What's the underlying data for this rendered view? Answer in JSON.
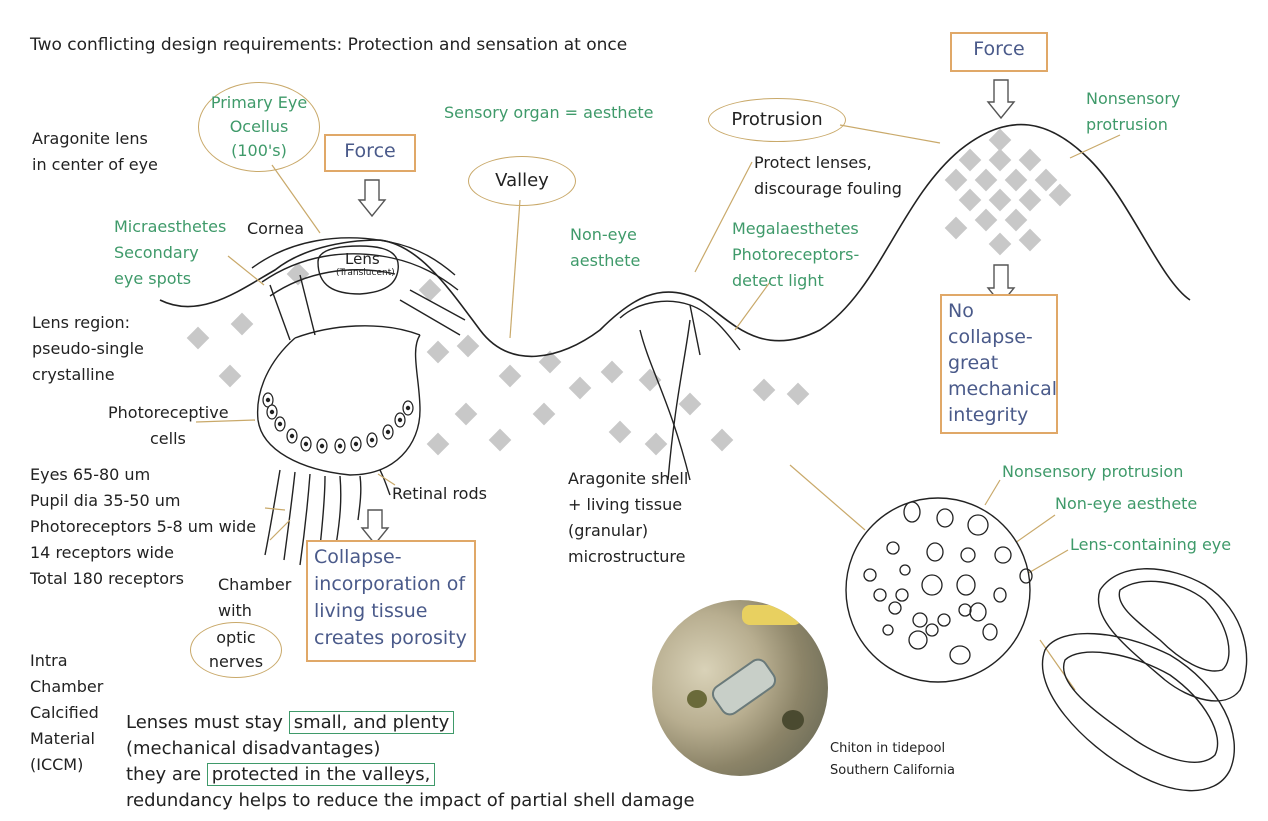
{
  "title": "Two conflicting design requirements: Protection and sensation at once",
  "left_labels": {
    "aragonite_lens": [
      "Aragonite lens",
      "in center of eye"
    ],
    "lens_region": [
      "Lens region:",
      "pseudo-single",
      "crystalline"
    ],
    "photoreceptive": [
      "Photoreceptive",
      "cells"
    ],
    "stats": [
      "Eyes 65-80 um",
      "Pupil dia 35-50 um",
      "Photoreceptors 5-8 um wide",
      "14 receptors wide",
      "Total 180 receptors"
    ],
    "chamber": [
      "Chamber",
      "with"
    ],
    "optic_nerves": [
      "optic",
      "nerves"
    ],
    "iccm": [
      "Intra",
      "Chamber",
      "Calcified",
      "Material",
      "(ICCM)"
    ]
  },
  "eye_labels": {
    "primary_eye": [
      "Primary Eye",
      "Ocellus",
      "(100's)"
    ],
    "micraesthetes": [
      "Micraesthetes",
      "Secondary",
      "eye spots"
    ],
    "cornea": "Cornea",
    "lens": "Lens",
    "lens_sub": "(Translucent)",
    "retinal_rods": "Retinal rods"
  },
  "force_label": "Force",
  "sensory_organ": "Sensory organ = aesthete",
  "valley": "Valley",
  "protrusion": "Protrusion",
  "protect_lenses": [
    "Protect lenses,",
    "discourage fouling"
  ],
  "non_eye_aesthete_top": [
    "Non-eye",
    "aesthete"
  ],
  "megalaesthetes": [
    "Megalaesthetes",
    "Photoreceptors-",
    "detect light"
  ],
  "nonsensory_protrusion_top": [
    "Nonsensory",
    "protrusion"
  ],
  "no_collapse": [
    "No",
    "collapse-",
    "great",
    "mechanical",
    "integrity"
  ],
  "collapse": [
    "Collapse-",
    "incorporation of",
    "living tissue",
    "creates porosity"
  ],
  "shell": [
    "Aragonite shell",
    "+ living tissue",
    "(granular)",
    "microstructure"
  ],
  "circle_labels": {
    "nonsensory": "Nonsensory protrusion",
    "non_eye": "Non-eye aesthete",
    "lens_eye": "Lens-containing eye"
  },
  "photo_caption": [
    "Chiton in tidepool",
    "Southern California"
  ],
  "bottom_text": {
    "l1a": "Lenses must stay ",
    "l1b": "small, and plenty",
    "l2": "(mechanical disadvantages)",
    "l3a": "they are ",
    "l3b": "protected in the valleys,",
    "l4": "redundancy helps to reduce the impact of partial shell damage"
  },
  "colors": {
    "green": "#3f9a6a",
    "tan": "#c9a96a",
    "orange_box": "#e0a868",
    "blue_text": "#4a5a8a",
    "diamond": "#c8c8c8"
  }
}
